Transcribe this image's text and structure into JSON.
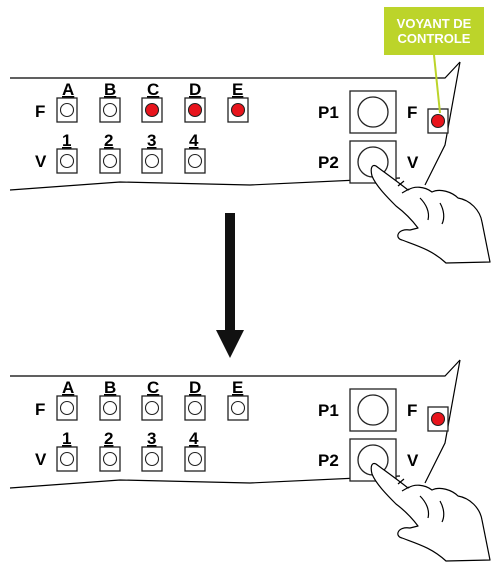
{
  "callout": {
    "line1": "VOYANT DE",
    "line2": "CONTROLE",
    "color": "#bcd42a"
  },
  "colors": {
    "lit": "#e8141c",
    "outline": "#222222",
    "arrow": "#111111"
  },
  "panel": {
    "f_row_label": "F",
    "v_row_label": "V",
    "f_keys": [
      "A",
      "B",
      "C",
      "D",
      "E"
    ],
    "v_keys": [
      "1",
      "2",
      "3",
      "4"
    ],
    "p1_label": "P1",
    "p2_label": "P2",
    "p1_suffix": "F",
    "p2_suffix": "V"
  },
  "states": [
    {
      "name": "before",
      "f_lit": [
        false,
        false,
        true,
        true,
        true
      ],
      "v_lit": [
        false,
        false,
        false,
        false
      ],
      "indicator_lit": true,
      "pressing": "P2"
    },
    {
      "name": "after",
      "f_lit": [
        false,
        false,
        false,
        false,
        false
      ],
      "v_lit": [
        false,
        false,
        false,
        false
      ],
      "indicator_lit": true,
      "pressing": "P2"
    }
  ]
}
